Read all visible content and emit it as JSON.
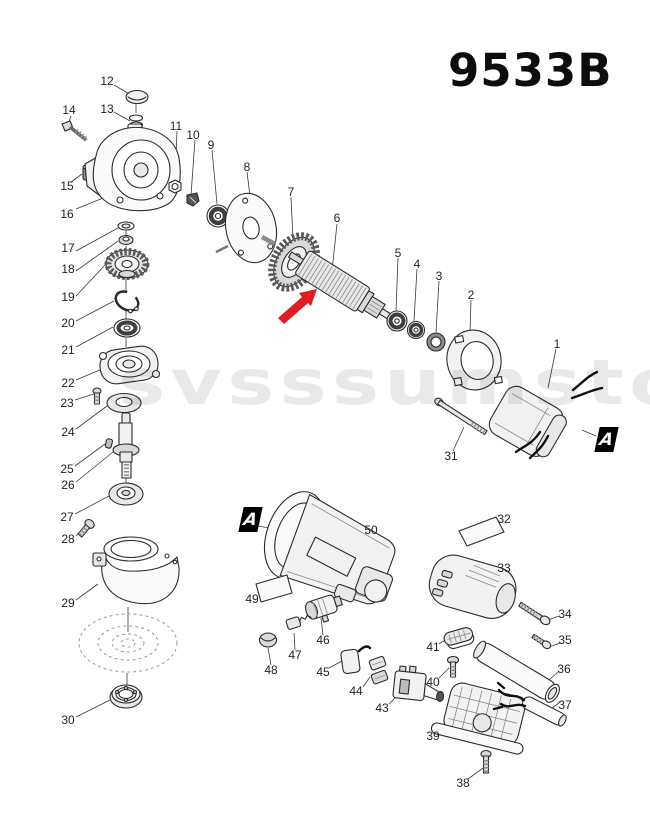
{
  "title": "9533B",
  "watermark_text": "svsssumsto",
  "colors": {
    "pointer_arrow_red": "#e01b24",
    "line_art": "#2b2b2b"
  },
  "section_markers": {
    "left": "A",
    "right": "A"
  },
  "part_labels": {
    "p1": "1",
    "p2": "2",
    "p3": "3",
    "p4": "4",
    "p5": "5",
    "p6": "6",
    "p7": "7",
    "p8": "8",
    "p9": "9",
    "p10": "10",
    "p11": "11",
    "p12": "12",
    "p13": "13",
    "p14": "14",
    "p15": "15",
    "p16": "16",
    "p17": "17",
    "p18": "18",
    "p19": "19",
    "p20": "20",
    "p21": "21",
    "p22": "22",
    "p23": "23",
    "p24": "24",
    "p25": "25",
    "p26": "26",
    "p27": "27",
    "p28": "28",
    "p29": "29",
    "p30": "30",
    "p31": "31",
    "p32": "32",
    "p33": "33",
    "p34": "34",
    "p35": "35",
    "p36": "36",
    "p37": "37",
    "p38": "38",
    "p39": "39",
    "p40": "40",
    "p41": "41",
    "p43": "43",
    "p44": "44",
    "p45": "45",
    "p46": "46",
    "p47": "47",
    "p48": "48",
    "p49": "49",
    "p50": "50"
  }
}
